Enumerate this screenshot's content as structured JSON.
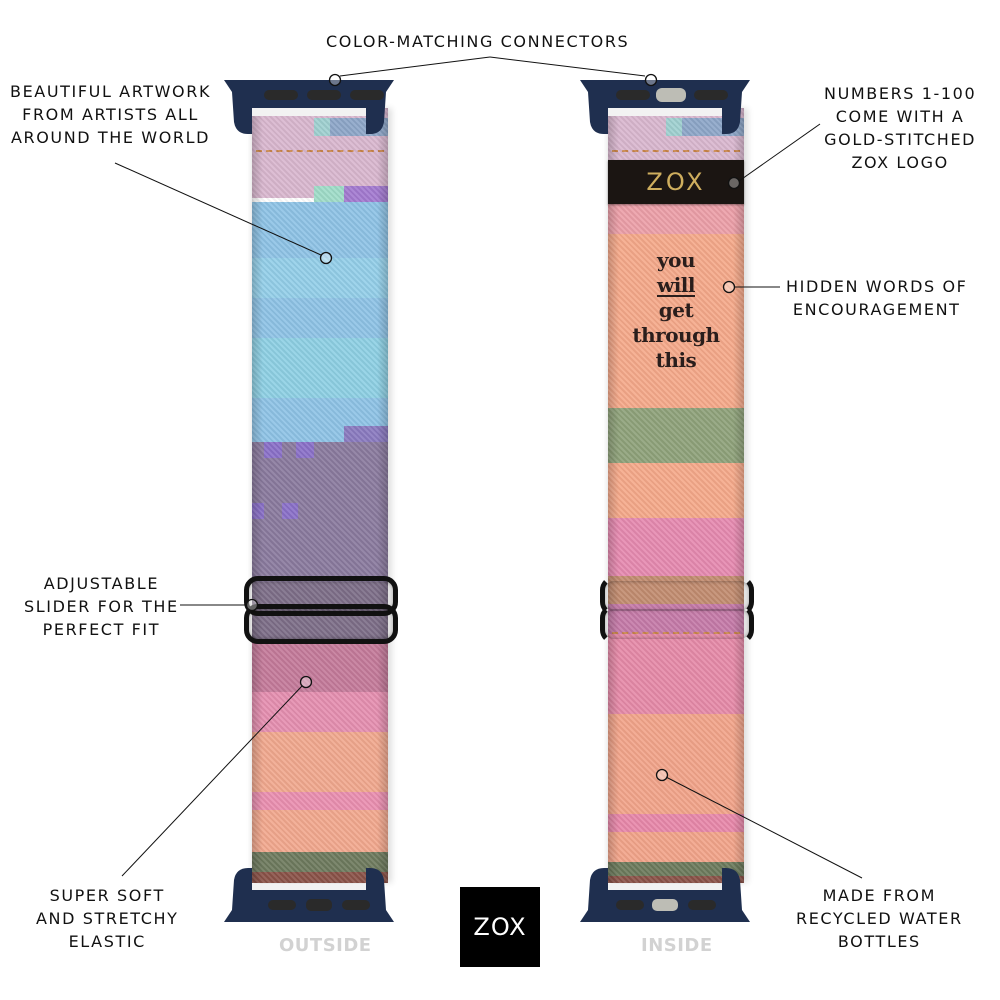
{
  "labels": {
    "connectors": [
      "COLOR-MATCHING CONNECTORS"
    ],
    "artwork": [
      "BEAUTIFUL ARTWORK",
      "FROM ARTISTS ALL",
      "AROUND THE WORLD"
    ],
    "numbers": [
      "NUMBERS 1-100",
      "COME WITH A",
      "GOLD-STITCHED",
      "ZOX LOGO"
    ],
    "encouragement": [
      "HIDDEN WORDS OF",
      "ENCOURAGEMENT"
    ],
    "slider": [
      "ADJUSTABLE",
      "SLIDER FOR THE",
      "PERFECT FIT"
    ],
    "elastic": [
      "SUPER SOFT",
      "AND STRETCHY",
      "ELASTIC"
    ],
    "recycled": [
      "MADE FROM",
      "RECYCLED WATER",
      "BOTTLES"
    ]
  },
  "captions": {
    "outside": "OUTSIDE",
    "inside": "INSIDE"
  },
  "logo": {
    "text": "ZOX"
  },
  "band_patch": {
    "text": "ZOX"
  },
  "hidden_words": [
    "you",
    "will",
    "get",
    "through",
    "this"
  ],
  "colors": {
    "connector": "#1f2f4f",
    "pin": "#2a2a2a",
    "pin_release": "#bdbdb5",
    "patch": "#1b1512",
    "gold": "#cfae5e",
    "caption": "#d2d2d2",
    "stitch": "#c9854a"
  }
}
